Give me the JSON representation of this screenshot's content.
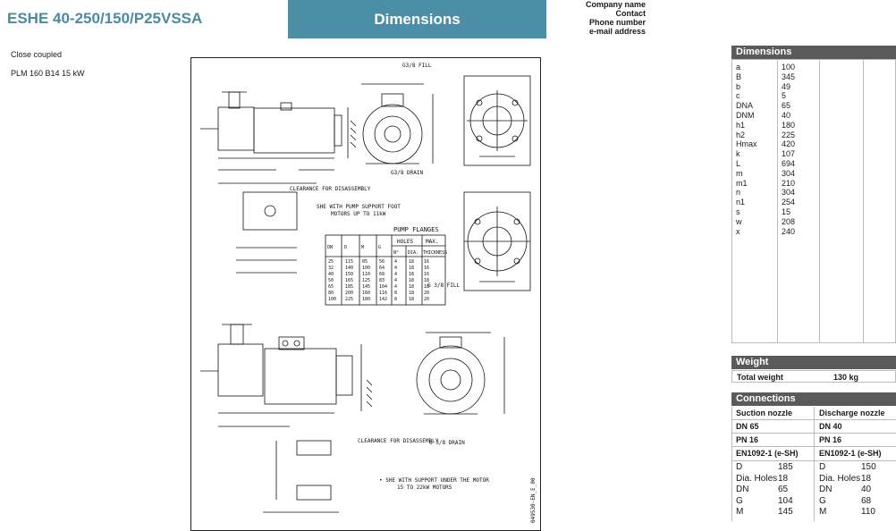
{
  "header": {
    "title": "ESHE 40-250/150/P25VSSA",
    "tab": "Dimensions",
    "company": [
      "Company name",
      "Contact",
      "Phone number",
      "e-mail address"
    ]
  },
  "info": {
    "coupling": "Close coupled",
    "motor": "PLM 160 B14 15 kW"
  },
  "drawing": {
    "labels": {
      "fill1": "G3/8 FILL",
      "drain1": "G3/8 DRAIN",
      "clearance1": "CLEARANCE FOR DISASSEMBLY",
      "she1a": "SHE  WITH PUMP SUPPORT FOOT",
      "she1b": "MOTORS UP TO 11kW",
      "flanges": "PUMP FLANGES",
      "holes": "HOLES",
      "max": "MAX.",
      "fill2": "G 3/8 FILL",
      "drain2": "G 3/8 DRAIN",
      "clearance2": "CLEARANCE FOR DISASSEMBLY",
      "she2a": "• SHE  WITH SUPPORT UNDER THE MOTOR",
      "she2b": "15 TO 22kW MOTORS",
      "code": "049530-EN_E_00"
    },
    "flange_table": {
      "headers": [
        "DN",
        "D",
        "M",
        "G",
        "N°",
        "DIA.",
        "THICKNESS"
      ],
      "rows": [
        [
          "25",
          "115",
          "85",
          "56",
          "4",
          "18",
          "16"
        ],
        [
          "32",
          "140",
          "100",
          "64",
          "4",
          "18",
          "16"
        ],
        [
          "40",
          "150",
          "110",
          "68",
          "4",
          "18",
          "16"
        ],
        [
          "50",
          "165",
          "125",
          "83",
          "4",
          "18",
          "18"
        ],
        [
          "65",
          "185",
          "145",
          "104",
          "4",
          "18",
          "18"
        ],
        [
          "80",
          "200",
          "160",
          "116",
          "8",
          "18",
          "20"
        ],
        [
          "100",
          "225",
          "180",
          "142",
          "8",
          "18",
          "20"
        ]
      ]
    }
  },
  "dimensions": {
    "heading": "Dimensions",
    "rows": [
      [
        "a",
        "100"
      ],
      [
        "B",
        "345"
      ],
      [
        "b",
        "49"
      ],
      [
        "c",
        "5"
      ],
      [
        "DNA",
        "65"
      ],
      [
        "DNM",
        "40"
      ],
      [
        "h1",
        "180"
      ],
      [
        "h2",
        "225"
      ],
      [
        "Hmax",
        "420"
      ],
      [
        "k",
        "107"
      ],
      [
        "L",
        "694"
      ],
      [
        "m",
        "304"
      ],
      [
        "m1",
        "210"
      ],
      [
        "n",
        "304"
      ],
      [
        "n1",
        "254"
      ],
      [
        "s",
        "15"
      ],
      [
        "w",
        "208"
      ],
      [
        "x",
        "240"
      ]
    ]
  },
  "weight": {
    "heading": "Weight",
    "label": "Total weight",
    "value": "130 kg"
  },
  "connections": {
    "heading": "Connections",
    "suction": {
      "title": "Suction nozzle",
      "dn": "DN 65",
      "pn": "PN 16",
      "std": "EN1092-1 (e-SH)",
      "rows": [
        [
          "D",
          "185"
        ],
        [
          "Dia. Holes",
          "18"
        ],
        [
          "DN",
          "65"
        ],
        [
          "G",
          "104"
        ],
        [
          "M",
          "145"
        ]
      ]
    },
    "discharge": {
      "title": "Discharge nozzle",
      "dn": "DN 40",
      "pn": "PN 16",
      "std": "EN1092-1 (e-SH)",
      "rows": [
        [
          "D",
          "150"
        ],
        [
          "Dia. Holes",
          "18"
        ],
        [
          "DN",
          "40"
        ],
        [
          "G",
          "68"
        ],
        [
          "M",
          "110"
        ]
      ]
    }
  }
}
